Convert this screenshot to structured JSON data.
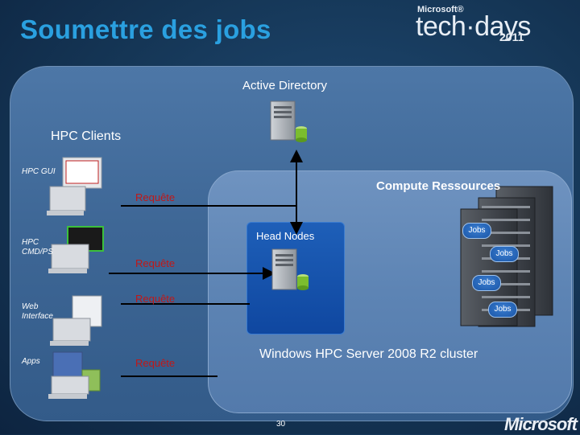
{
  "slide": {
    "title": "Soumettre des jobs",
    "page_number": "30"
  },
  "brand": {
    "microsoft_small": "Microsoft®",
    "techdays": "tech·days",
    "year": "2011",
    "microsoft_logo": "Microsoft"
  },
  "diagram": {
    "active_directory": "Active Directory",
    "hpc_clients": "HPC Clients",
    "compute_resources": "Compute Ressources",
    "head_nodes": "Head Nodes",
    "cluster_caption": "Windows HPC Server 2008 R2 cluster",
    "clients": [
      {
        "label": "HPC GUI"
      },
      {
        "label": "HPC CMD/PS"
      },
      {
        "label": "Web Interface"
      },
      {
        "label": "Apps"
      }
    ],
    "requests": [
      "Requête",
      "Requête",
      "Requête",
      "Requête"
    ],
    "jobs": [
      "Jobs",
      "Jobs",
      "Jobs",
      "Jobs"
    ]
  },
  "colors": {
    "title": "#2aa0e0",
    "request_text": "#c01818",
    "panel": "#3e6796",
    "cluster_panel": "#5d84b4",
    "head_node_box": "#0f47a0"
  }
}
